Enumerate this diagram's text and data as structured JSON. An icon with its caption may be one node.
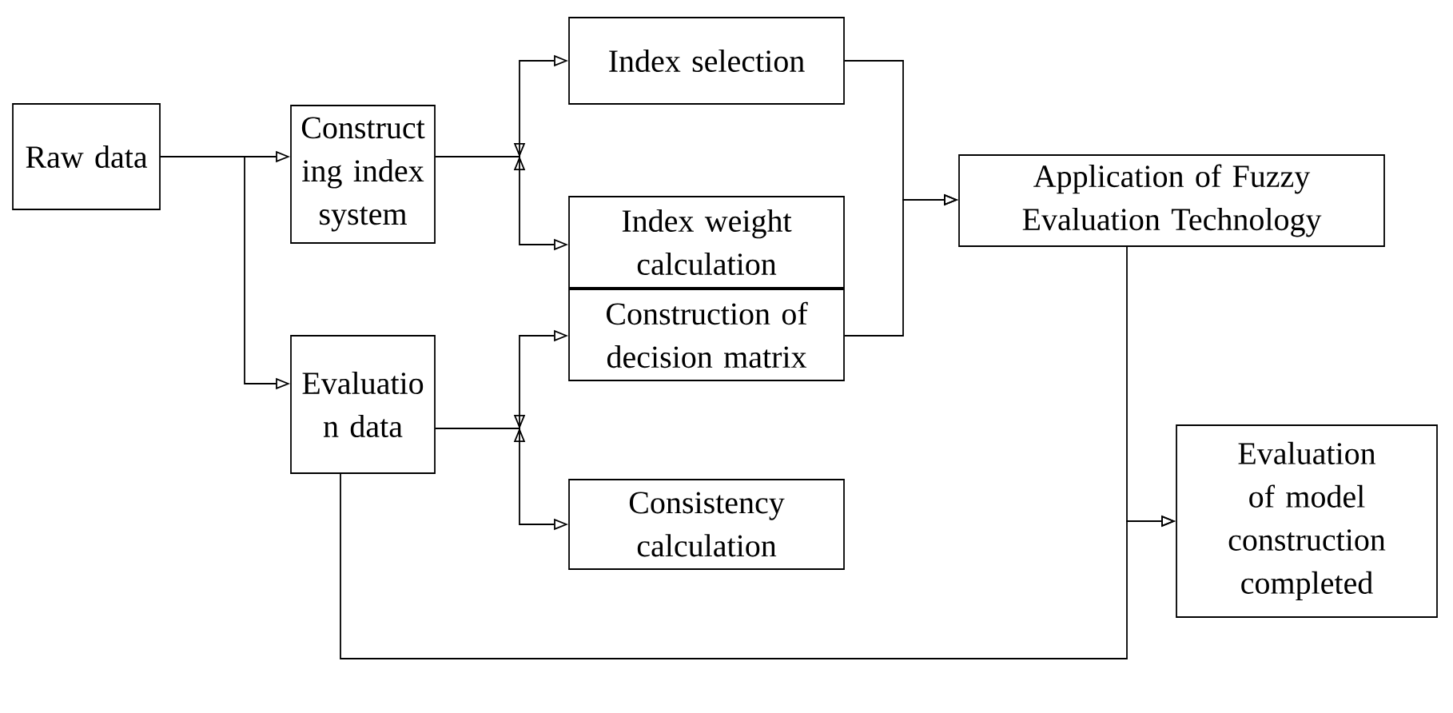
{
  "diagram": {
    "nodes": [
      {
        "text": [
          "Raw data"
        ]
      },
      {
        "text": [
          "Construct ing index system"
        ]
      },
      {
        "text": [
          "Index selection"
        ]
      },
      {
        "text": [
          "Index weight calculation"
        ]
      },
      {
        "text": [
          "Construction of decision matrix"
        ]
      },
      {
        "text": [
          "Evaluatio n data"
        ]
      },
      {
        "text": [
          "Consistency calculation"
        ]
      },
      {
        "text": [
          "Application of Fuzzy Evaluation Technology"
        ]
      },
      {
        "text": [
          "Evaluation of model construction completed"
        ]
      }
    ],
    "edges": [
      {
        "from": 0,
        "to": 1,
        "arrow": "to"
      },
      {
        "from": 0,
        "to": 5,
        "arrow": "to"
      },
      {
        "from": 1,
        "to": 2,
        "arrow": "to"
      },
      {
        "from": 1,
        "to": 3,
        "arrow": "to"
      },
      {
        "from": 5,
        "to": 4,
        "arrow": "to"
      },
      {
        "from": 5,
        "to": 6,
        "arrow": "to"
      },
      {
        "from": 2,
        "to": 7,
        "arrow": "to"
      },
      {
        "from": 4,
        "to": 7,
        "arrow": "to"
      },
      {
        "from": 7,
        "to": 8,
        "arrow": "to"
      },
      {
        "from": 5,
        "to": 8,
        "arrow": "to"
      }
    ]
  }
}
